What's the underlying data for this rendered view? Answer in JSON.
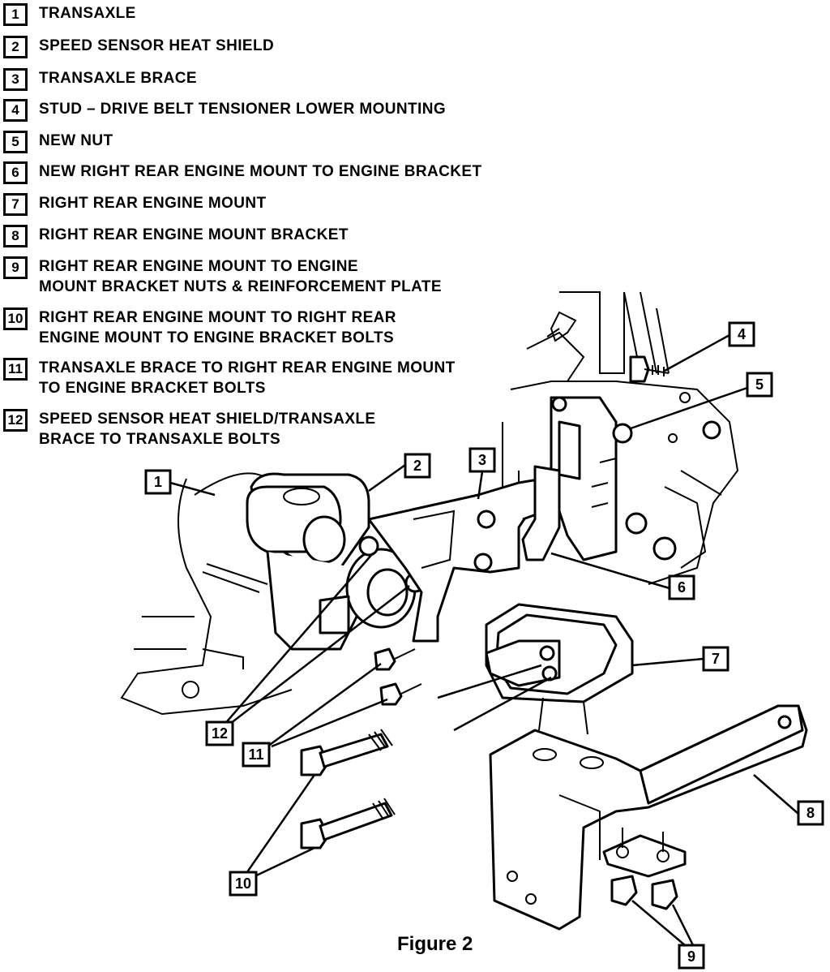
{
  "legend": [
    {
      "num": "1",
      "text": "TRANSAXLE"
    },
    {
      "num": "2",
      "text": "SPEED SENSOR HEAT SHIELD"
    },
    {
      "num": "3",
      "text": "TRANSAXLE BRACE"
    },
    {
      "num": "4",
      "text": "STUD – DRIVE BELT TENSIONER LOWER MOUNTING"
    },
    {
      "num": "5",
      "text": "NEW NUT"
    },
    {
      "num": "6",
      "text": "NEW RIGHT REAR ENGINE MOUNT TO ENGINE BRACKET"
    },
    {
      "num": "7",
      "text": "RIGHT REAR ENGINE MOUNT"
    },
    {
      "num": "8",
      "text": "RIGHT REAR ENGINE MOUNT BRACKET"
    },
    {
      "num": "9",
      "text": "RIGHT REAR ENGINE MOUNT TO ENGINE\nMOUNT BRACKET NUTS & REINFORCEMENT PLATE"
    },
    {
      "num": "10",
      "text": "RIGHT REAR ENGINE MOUNT TO RIGHT REAR\nENGINE MOUNT TO ENGINE BRACKET BOLTS"
    },
    {
      "num": "11",
      "text": "TRANSAXLE BRACE TO RIGHT REAR ENGINE MOUNT\nTO ENGINE BRACKET BOLTS"
    },
    {
      "num": "12",
      "text": "SPEED SENSOR HEAT SHIELD/TRANSAXLE\nBRACE TO TRANSAXLE BOLTS"
    }
  ],
  "callouts": [
    "1",
    "2",
    "3",
    "4",
    "5",
    "6",
    "7",
    "8",
    "9",
    "10",
    "11",
    "12"
  ],
  "caption": "Figure 2"
}
